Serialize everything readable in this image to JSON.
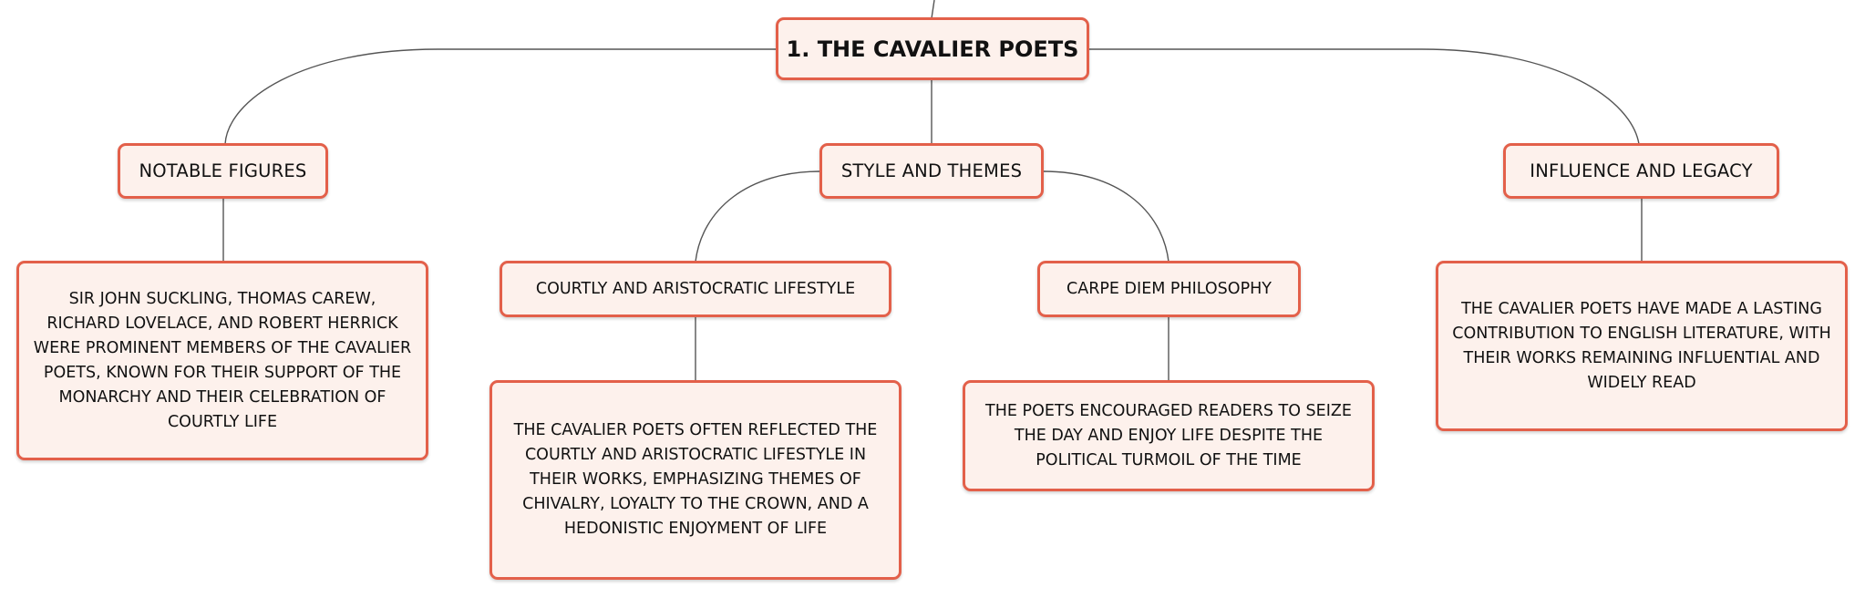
{
  "root": {
    "label": "1. THE CAVALIER POETS"
  },
  "branches": {
    "notable": {
      "label": "NOTABLE FIGURES",
      "detail": "SIR JOHN SUCKLING, THOMAS CAREW, RICHARD LOVELACE, AND ROBERT HERRICK WERE PROMINENT MEMBERS OF THE CAVALIER POETS, KNOWN FOR THEIR SUPPORT OF THE MONARCHY AND THEIR CELEBRATION OF COURTLY LIFE"
    },
    "style": {
      "label": "STYLE AND THEMES",
      "children": {
        "courtly": {
          "label": "COURTLY AND ARISTOCRATIC LIFESTYLE",
          "detail": "THE CAVALIER POETS OFTEN REFLECTED THE COURTLY AND ARISTOCRATIC LIFESTYLE IN THEIR WORKS, EMPHASIZING THEMES OF CHIVALRY, LOYALTY TO THE CROWN, AND A HEDONISTIC ENJOYMENT OF LIFE"
        },
        "carpe": {
          "label": "CARPE DIEM PHILOSOPHY",
          "detail": "THE POETS ENCOURAGED READERS TO SEIZE THE DAY AND ENJOY LIFE DESPITE THE POLITICAL TURMOIL OF THE TIME"
        }
      }
    },
    "influence": {
      "label": "INFLUENCE AND LEGACY",
      "detail": "THE CAVALIER POETS HAVE MADE A LASTING CONTRIBUTION TO ENGLISH LITERATURE, WITH THEIR WORKS REMAINING INFLUENTIAL AND WIDELY READ"
    }
  },
  "colors": {
    "node_border": "#e3604a",
    "node_fill": "#fdf1ec",
    "connector": "#555555",
    "text": "#111111"
  }
}
